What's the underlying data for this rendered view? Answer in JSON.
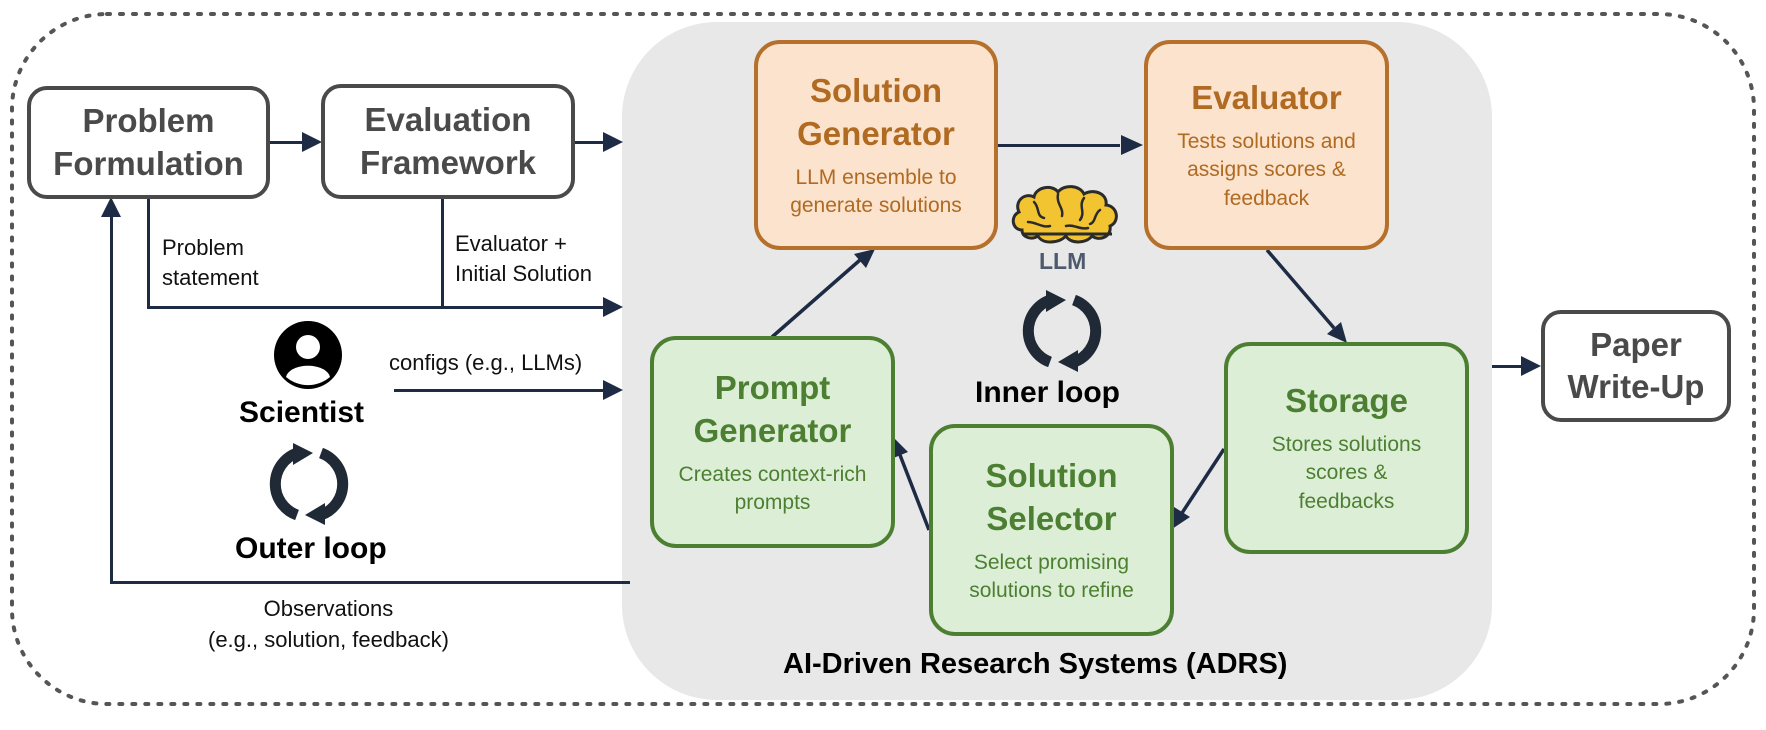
{
  "diagram": {
    "problem_formulation": "Problem\nFormulation",
    "evaluation_framework": "Evaluation\nFramework",
    "problem_statement": "Problem\nstatement",
    "evaluator_initial": "Evaluator +\nInitial Solution",
    "configs": "configs (e.g., LLMs)",
    "scientist": "Scientist",
    "outer_loop": "Outer loop",
    "observations": "Observations\n(e.g., solution, feedback)",
    "adrs_title": "AI-Driven Research Systems (ADRS)",
    "llm_label": "LLM",
    "inner_loop": "Inner loop",
    "solution_generator": {
      "title": "Solution\nGenerator",
      "desc": "LLM ensemble to\ngenerate solutions"
    },
    "evaluator": {
      "title": "Evaluator",
      "desc": "Tests solutions and\nassigns scores &\nfeedback"
    },
    "storage": {
      "title": "Storage",
      "desc": "Stores solutions\nscores &\nfeedbacks"
    },
    "solution_selector": {
      "title": "Solution\nSelector",
      "desc": "Select promising\nsolutions to refine"
    },
    "prompt_generator": {
      "title": "Prompt\nGenerator",
      "desc": "Creates context-rich\nprompts"
    },
    "paper_writeup": "Paper\nWrite-Up"
  },
  "colors": {
    "arrow": "#1d2b44",
    "orange_border": "#b5702b",
    "orange_fill": "#fbe3cd",
    "green_border": "#4d7f32",
    "green_fill": "#dcefd6",
    "gray_panel": "#e8e8e8",
    "brain": "#f3c431"
  },
  "icons": [
    "person-icon",
    "outer-cycle-icon",
    "brain-icon",
    "inner-cycle-icon"
  ]
}
